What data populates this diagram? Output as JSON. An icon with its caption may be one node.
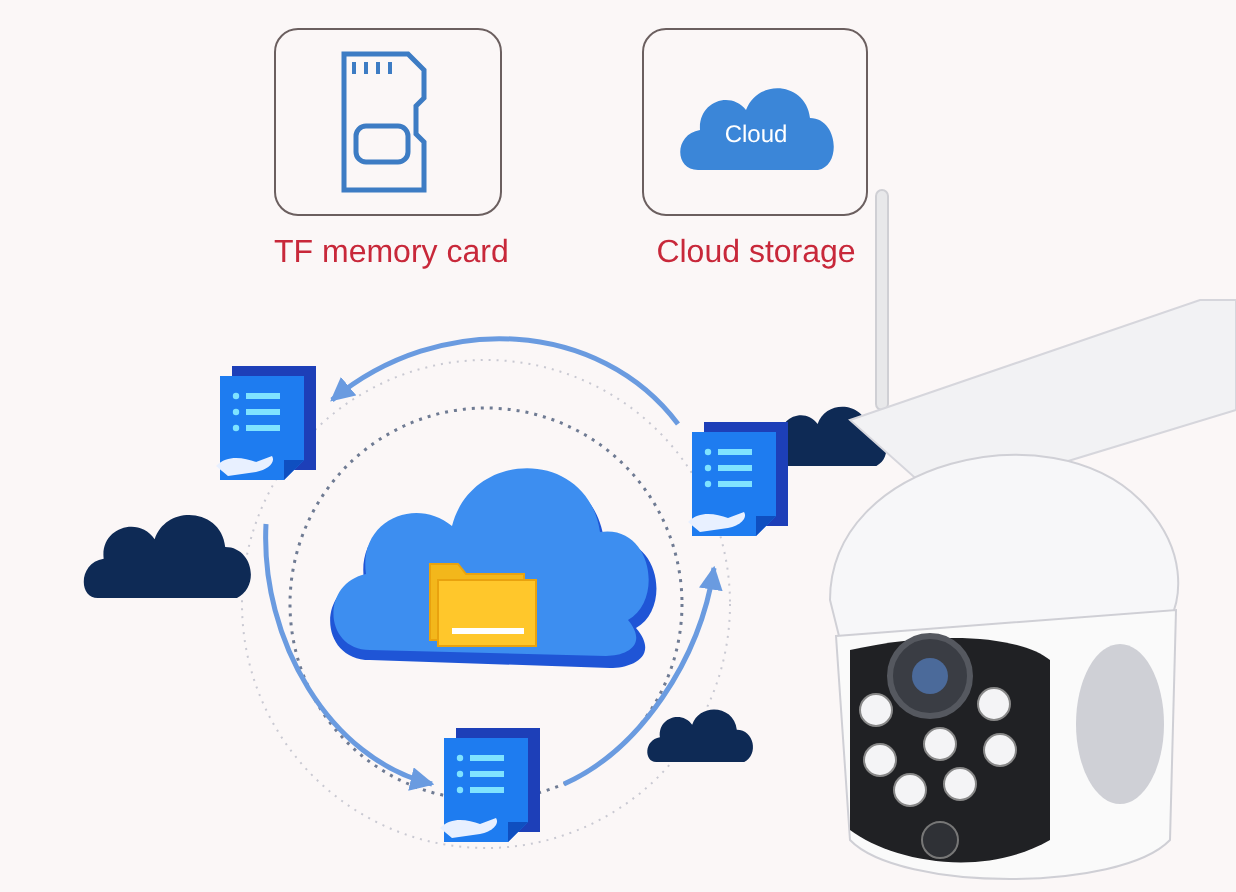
{
  "diagram": {
    "nodes": [
      {
        "text": [
          "TF memory card"
        ]
      },
      {
        "text": [
          "Cloud storage"
        ]
      },
      {
        "text": [
          "Cloud"
        ],
        "in": 1
      },
      {
        "text": [],
        "shape": "picture"
      },
      {
        "text": [],
        "shape": "picture"
      },
      {
        "text": [],
        "shape": "picture"
      }
    ],
    "edges": [
      {
        "from": 4,
        "to": 3,
        "arrow": "to"
      },
      {
        "from": 3,
        "to": 5,
        "arrow": "to"
      },
      {
        "from": 5,
        "to": 4,
        "arrow": "to"
      }
    ]
  }
}
